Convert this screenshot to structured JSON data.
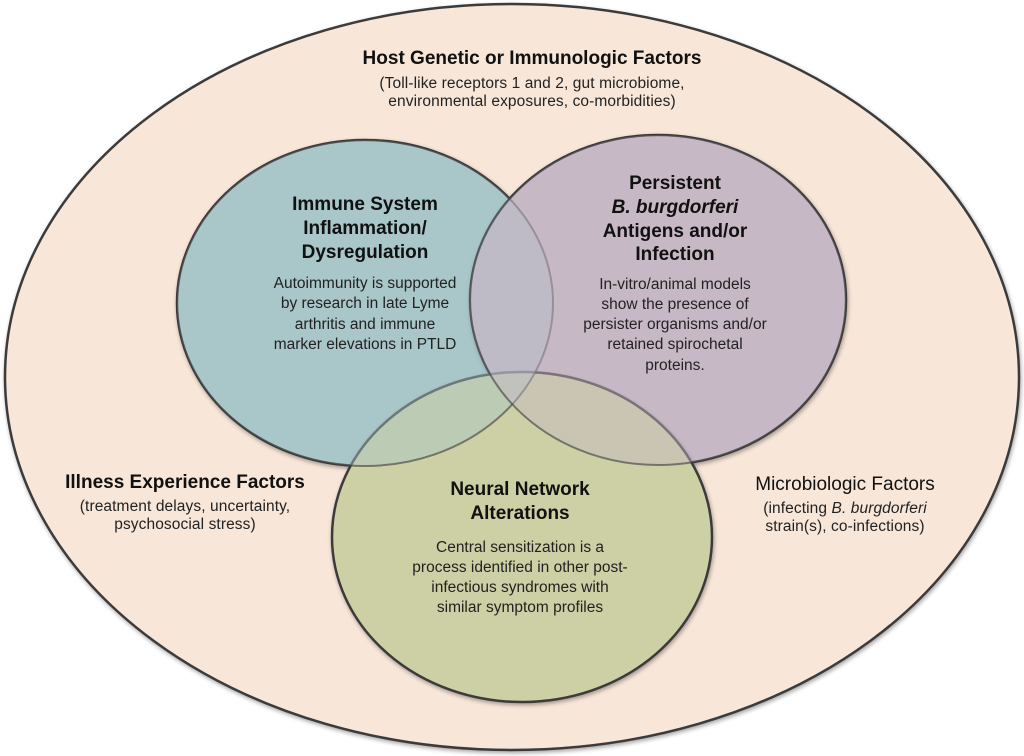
{
  "colors": {
    "outer_fill": "#f8e6d8",
    "outline": "#3a3a3a",
    "immune_fill": "#a9c6c8",
    "persistent_fill": "#c7b9c6",
    "neural_fill": "#cdd0a4",
    "background": "#ffffff"
  },
  "outer": {
    "title": "Host Genetic or Immunologic Factors",
    "subtitle_lines": [
      "(Toll-like receptors 1 and 2, gut microbiome,",
      "environmental exposures, co-morbidities)"
    ]
  },
  "left_factor": {
    "title": "Illness Experience Factors",
    "subtitle_lines": [
      "(treatment delays, uncertainty,",
      "psychosocial stress)"
    ]
  },
  "right_factor": {
    "title": "Microbiologic Factors",
    "subtitle_line1_prefix": "(infecting ",
    "subtitle_line1_italic": "B. burgdorferi",
    "subtitle_line2": "strain(s), co-infections)"
  },
  "circles": {
    "immune": {
      "title_lines": [
        "Immune System",
        "Inflammation/",
        "Dysregulation"
      ],
      "body_lines": [
        "Autoimmunity is supported",
        "by research in late Lyme",
        "arthritis and immune",
        "marker elevations in PTLD"
      ]
    },
    "persistent": {
      "title_line1": "Persistent",
      "title_line2_italic": "B. burgdorferi",
      "title_line3": "Antigens and/or",
      "title_line4": "Infection",
      "body_lines": [
        "In-vitro/animal models",
        "show the presence of",
        "persister organisms and/or",
        "retained spirochetal",
        "proteins."
      ]
    },
    "neural": {
      "title_lines": [
        "Neural Network",
        "Alterations"
      ],
      "body_lines": [
        "Central sensitization is a",
        "process identified in other post-",
        "infectious syndromes with",
        "similar symptom profiles"
      ]
    }
  }
}
